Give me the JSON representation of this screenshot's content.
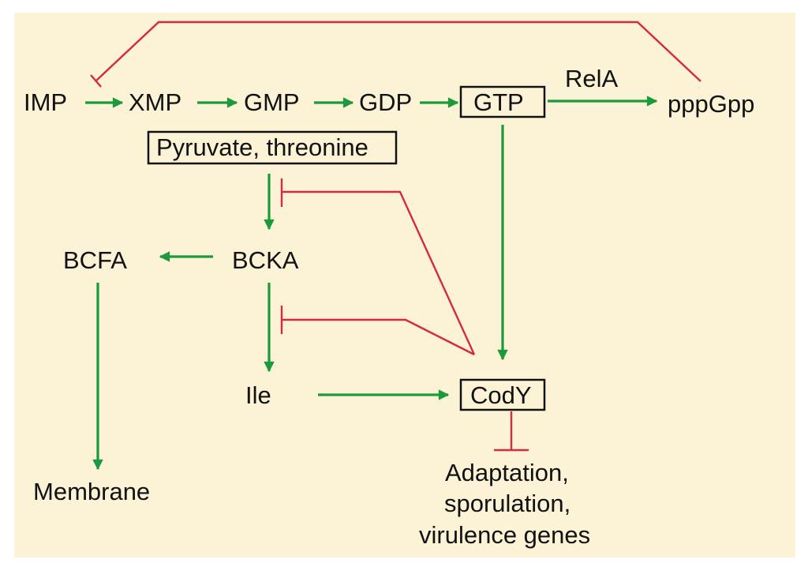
{
  "nodes": {
    "imp": "IMP",
    "xmp": "XMP",
    "gmp": "GMP",
    "gdp": "GDP",
    "gtp": "GTP",
    "ppgpp": "pppGpp",
    "rela": "RelA",
    "pyruvate": "Pyruvate, threonine",
    "bcfa": "BCFA",
    "bcka": "BCKA",
    "ile": "Ile",
    "cody": "CodY",
    "membrane": "Membrane",
    "outcome": [
      "Adaptation,",
      "sporulation,",
      "virulence genes"
    ]
  },
  "colors": {
    "background": "#fcf3d6",
    "activation": "#1a9a3a",
    "inhibition": "#d42a3d",
    "text": "#111111"
  }
}
